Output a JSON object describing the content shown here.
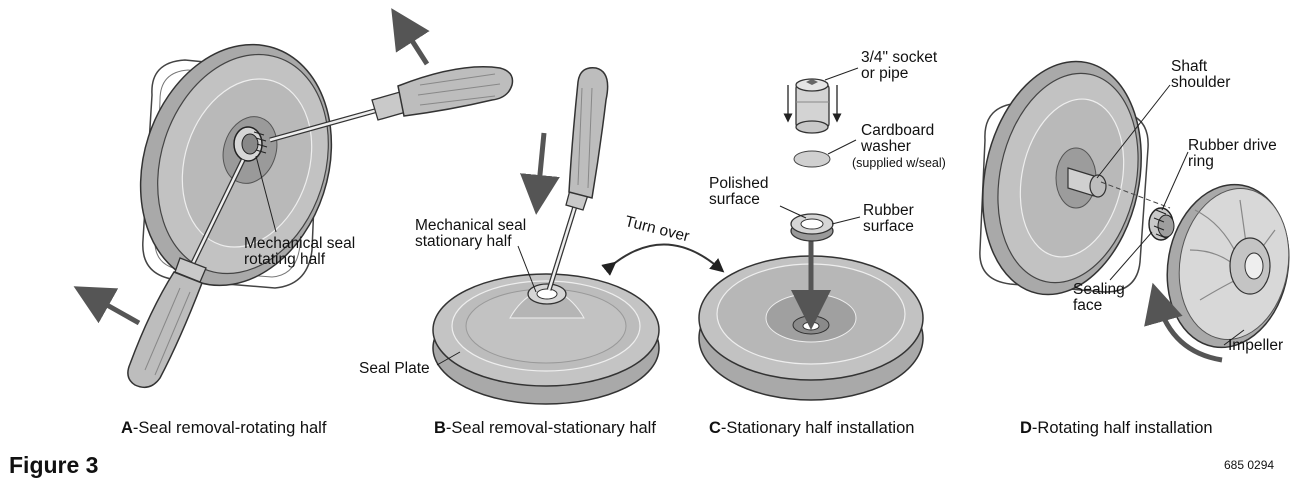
{
  "figure_title": "Figure 3",
  "figure_ref": "685 0294",
  "panels": [
    {
      "letter": "A",
      "caption": "-Seal removal-rotating half"
    },
    {
      "letter": "B",
      "caption": "-Seal removal-stationary half"
    },
    {
      "letter": "C",
      "caption": "-Stationary half installation"
    },
    {
      "letter": "D",
      "caption": "-Rotating half installation"
    }
  ],
  "labels": {
    "mech_seal_rotating_1": "Mechanical seal",
    "mech_seal_rotating_2": "rotating half",
    "mech_seal_stationary_1": "Mechanical seal",
    "mech_seal_stationary_2": "stationary half",
    "seal_plate": "Seal Plate",
    "turn_over": "Turn over",
    "socket_1": "3/4\" socket",
    "socket_2": "or pipe",
    "cardboard_1": "Cardboard",
    "cardboard_2": "washer",
    "cardboard_3": "(supplied w/seal)",
    "polished_1": "Polished",
    "polished_2": "surface",
    "rubber_surface_1": "Rubber",
    "rubber_surface_2": "surface",
    "shaft_shoulder_1": "Shaft",
    "shaft_shoulder_2": "shoulder",
    "rubber_drive_1": "Rubber drive",
    "rubber_drive_2": "ring",
    "sealing_face_1": "Sealing",
    "sealing_face_2": "face",
    "impeller": "Impeller"
  },
  "colors": {
    "part_fill": "#b7b7b7",
    "part_dark": "#8f8f8f",
    "part_light": "#d4d4d4",
    "outline": "#3a3a3a",
    "arrow": "#555555"
  }
}
